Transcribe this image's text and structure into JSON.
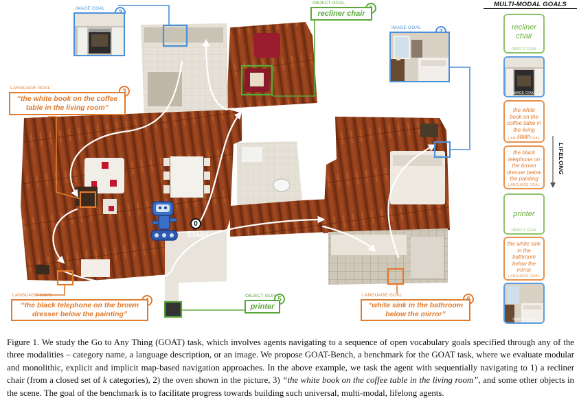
{
  "figure": {
    "panel_title": "MULTI-MODAL GOALS",
    "lifelong_label": "LIFELONG",
    "start_label": "START",
    "start_number": "0",
    "goals": [
      {
        "number": "1",
        "type_label": "OBJECT GOAL",
        "text": "recliner chair"
      },
      {
        "number": "2",
        "type_label": "IMAGE GOAL",
        "image": "oven-kitchen-photo"
      },
      {
        "number": "3",
        "type_label": "LANGUAGE GOAL",
        "text": "“the white book on the coffee table in the living room”"
      },
      {
        "number": "4",
        "type_label": "LANGUAGE GOAL",
        "text": "“the black telephone on the brown dresser below the painting”"
      },
      {
        "number": "5",
        "type_label": "OBJECT GOAL",
        "text": "printer"
      },
      {
        "number": "6",
        "type_label": "LANGUAGE GOAL",
        "text": "“white sink in the bathroom below the mirror”"
      },
      {
        "number": "7",
        "type_label": "IMAGE GOAL",
        "image": "bedroom-photo"
      }
    ],
    "panel_cards": [
      {
        "kind": "object",
        "text": "recliner chair",
        "label": "OBJECT GOAL"
      },
      {
        "kind": "image",
        "label": "IMAGE GOAL"
      },
      {
        "kind": "language",
        "text": "the white book on the coffee table in the living room",
        "label": "LANGUAGE GOAL"
      },
      {
        "kind": "language",
        "text": "the black telephone on the brown dresser below the painting",
        "label": "LANGUAGE GOAL"
      },
      {
        "kind": "object",
        "text": "printer",
        "label": "OBJECT GOAL"
      },
      {
        "kind": "language",
        "text": "the white sink in the bathroom below the mirror",
        "label": "LANGUAGE GOAL"
      },
      {
        "kind": "image",
        "label": "IMAGE GOAL"
      }
    ],
    "colors": {
      "object": "#5aa83a",
      "language": "#e07b2e",
      "image": "#4a90d9"
    }
  },
  "caption": {
    "label": "Figure 1.",
    "p1": " We study the Go to Any Thing (GOAT) task, which involves agents navigating to a sequence of open vocabulary goals specified through any of the three modalities – category name, a language description, or an image. We propose GOAT-Bench, a benchmark for the GOAT task, where we evaluate modular and monolithic, explicit and implicit map-based navigation approaches. In the above example, we task the agent with sequentially navigating to 1) a recliner chair (from a closed set of ",
    "k": "k",
    "p2": " categories), 2) the oven shown in the picture, 3) ",
    "quote": "“the white book on the coffee table in the living room”",
    "p3": ", and some other objects in the scene. The goal of the benchmark is to facilitate progress towards building such universal, multi-modal, lifelong agents."
  }
}
